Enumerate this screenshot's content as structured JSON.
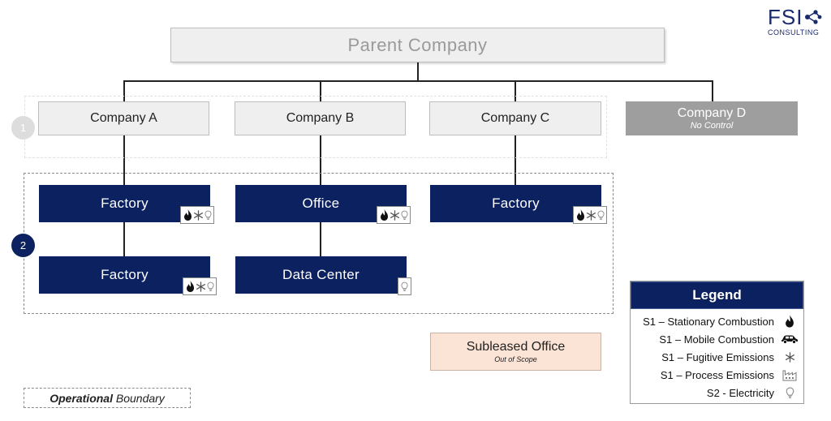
{
  "logo": {
    "brand": "FSI",
    "sub": "CONSULTING"
  },
  "parent": {
    "label": "Parent Company"
  },
  "companies": [
    {
      "label": "Company A"
    },
    {
      "label": "Company B"
    },
    {
      "label": "Company C"
    }
  ],
  "company_d": {
    "label": "Company D",
    "note": "No Control"
  },
  "markers": {
    "one": "1",
    "two": "2"
  },
  "facilities": {
    "a1": {
      "label": "Factory"
    },
    "b1": {
      "label": "Office"
    },
    "c1": {
      "label": "Factory"
    },
    "a2": {
      "label": "Factory"
    },
    "b2": {
      "label": "Data Center"
    }
  },
  "subleased": {
    "title": "Subleased Office",
    "note": "Out of Scope"
  },
  "legend": {
    "title": "Legend",
    "items": [
      {
        "label": "S1 – Stationary Combustion",
        "icon": "flame-icon"
      },
      {
        "label": "S1 – Mobile Combustion",
        "icon": "car-icon"
      },
      {
        "label": "S1 – Fugitive Emissions",
        "icon": "snowflake-icon"
      },
      {
        "label": "S1 – Process Emissions",
        "icon": "factory-icon"
      },
      {
        "label": "S2 - Electricity",
        "icon": "lightbulb-icon"
      }
    ]
  },
  "boundary": {
    "bold": "Operational",
    "rest": " Boundary"
  },
  "colors": {
    "navy": "#0b2160",
    "grey_box": "#efefef",
    "control_grey": "#9e9e9e",
    "peach": "#fbe3d6"
  }
}
